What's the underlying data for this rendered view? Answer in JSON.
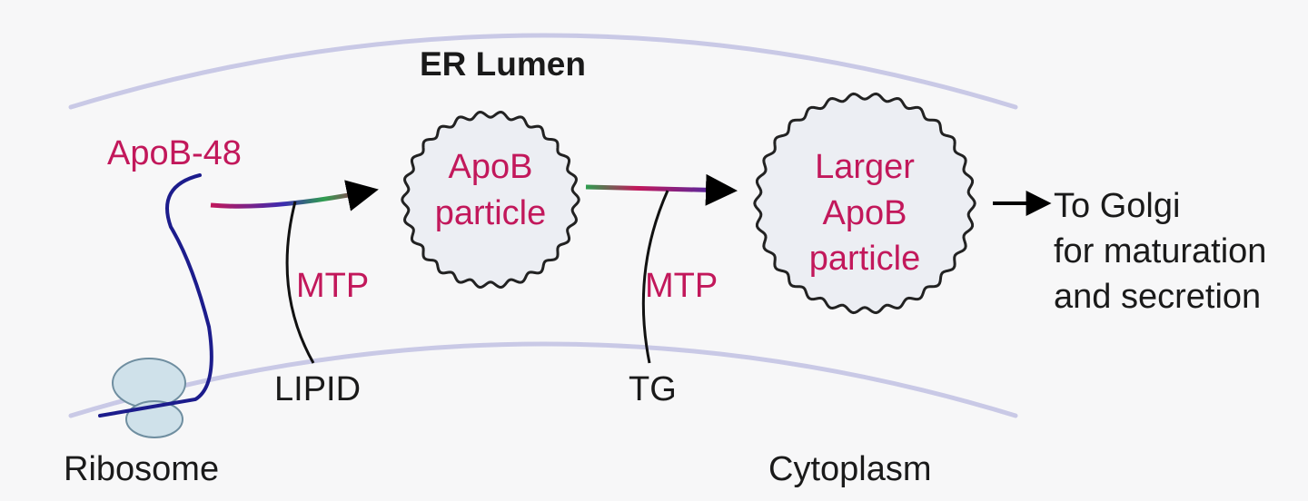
{
  "labels": {
    "er_lumen": "ER Lumen",
    "cytoplasm": "Cytoplasm",
    "apob48": "ApoB-48",
    "ribosome": "Ribosome",
    "mtp_1": "MTP",
    "mtp_2": "MTP",
    "lipid": "LIPID",
    "tg": "TG",
    "apob_particle_line1": "ApoB",
    "apob_particle_line2": "particle",
    "larger_line1": "Larger",
    "larger_line2": "ApoB",
    "larger_line3": "particle",
    "golgi_line1": "To Golgi",
    "golgi_line2": "for maturation",
    "golgi_line3": "and secretion"
  },
  "colors": {
    "membrane": "#c9c9e6",
    "magenta": "#c2185b",
    "strand": "#1c1c8c",
    "ribosome": "#cfe1ea",
    "particle_fill": "#eceef3",
    "particle_outline": "#222222"
  }
}
